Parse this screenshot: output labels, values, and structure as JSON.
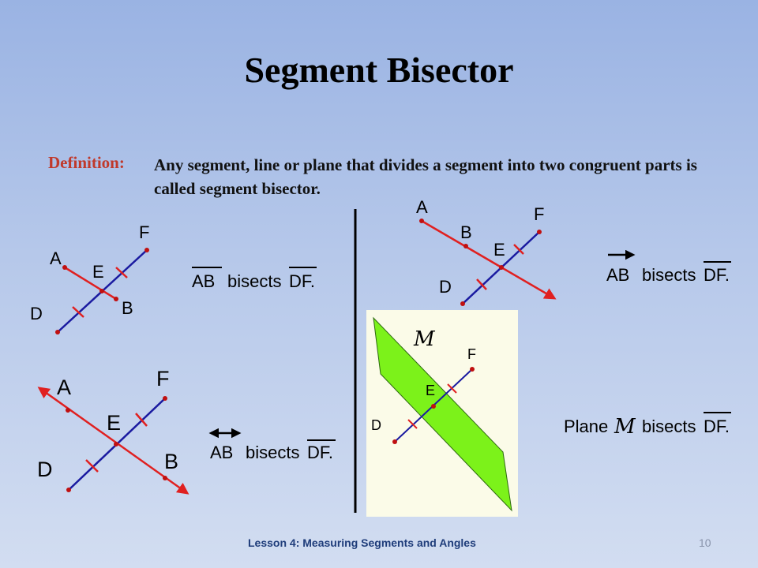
{
  "slide": {
    "title": "Segment Bisector",
    "definition_label": "Definition:",
    "definition_text": "Any segment, line or plane that divides a segment into two congruent parts is called segment bisector."
  },
  "figures": {
    "segment": {
      "labels": [
        "A",
        "B",
        "D",
        "E",
        "F"
      ],
      "statement_left": "AB",
      "statement_mid": "bisects",
      "statement_right": "DF."
    },
    "line": {
      "labels": [
        "A",
        "B",
        "D",
        "E",
        "F"
      ],
      "statement_left": "AB",
      "statement_mid": "bisects",
      "statement_right": "DF."
    },
    "ray": {
      "labels": [
        "A",
        "B",
        "D",
        "E",
        "F"
      ],
      "statement_left": "AB",
      "statement_mid": "bisects",
      "statement_right": "DF."
    },
    "plane": {
      "labels": [
        "D",
        "E",
        "F"
      ],
      "plane_name": "M",
      "statement_left": "Plane",
      "statement_mid": "bisects",
      "statement_right": "DF."
    }
  },
  "colors": {
    "bisector": "#e02020",
    "segment": "#1a1aa0",
    "point": "#c01010",
    "plane_fill": "#7cf21a",
    "plane_panel": "#fbfbe8",
    "def_label": "#c0392b"
  },
  "footer": {
    "lesson": "Lesson 4: Measuring Segments and Angles",
    "page": "10"
  }
}
